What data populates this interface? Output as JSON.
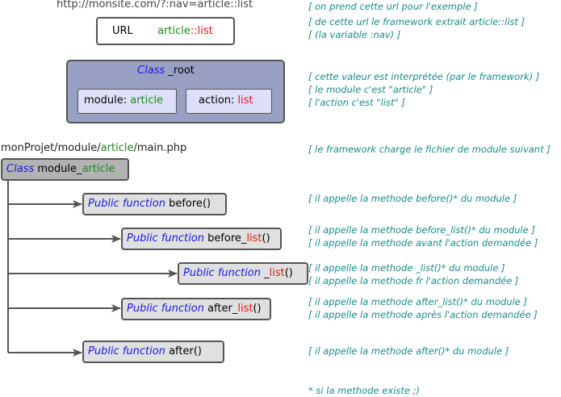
{
  "url_text": "http://monsite.com/?:nav=article::list",
  "url_box": {
    "label": "URL",
    "value_module": "article",
    "value_sep": "::",
    "value_action": "list"
  },
  "root_class": {
    "keyword": "Class",
    "name": " _root",
    "module_label": "module: ",
    "module_value": "article",
    "action_label": "action: ",
    "action_value": "list"
  },
  "path": {
    "prefix": "monProjet/module/",
    "module": "article",
    "suffix": "/main.php"
  },
  "module_class": {
    "keyword": "Class",
    "name_prefix": " module_",
    "name_module": "article"
  },
  "functions": [
    {
      "keyword": "Public function",
      "prefix": " before",
      "action": "",
      "suffix": "()"
    },
    {
      "keyword": "Public function",
      "prefix": " before_",
      "action": "list",
      "suffix": "()"
    },
    {
      "keyword": "Public function",
      "prefix": " _",
      "action": "list",
      "suffix": "()"
    },
    {
      "keyword": "Public function",
      "prefix": " after_",
      "action": "list",
      "suffix": "()"
    },
    {
      "keyword": "Public function",
      "prefix": " after",
      "action": "",
      "suffix": "()"
    }
  ],
  "notes": {
    "n1": "[ on prend cette url pour l'exemple ]",
    "n2a": "[ de cette url le framework extrait article::list ]",
    "n2b": "[ (la variable :nav) ]",
    "n3a": "[ cette valeur est interprétée (par le framework) ]",
    "n3b": "[ le module c'est \"article\" ]",
    "n3c": "[ l'action c'est \"list\" ]",
    "n4": "[ le framework charge le fichier de module suivant ]",
    "n5": "[ il appelle la methode before()* du module ]",
    "n6a": "[ il appelle la methode before_list()* du module ]",
    "n6b": "[ il appelle la methode avant l'action demandée ]",
    "n7a": "[ il appelle la methode _list()* du module ]",
    "n7b": "[ il appelle la methode fr l'action demandée ]",
    "n8a": "[ il appelle la methode after_list()* du module ]",
    "n8b": "[ il appelle la methode après l'action demandée ]",
    "n9": "[ il appelle la methode after()* du module ]",
    "footnote": "* si la methode existe ;)"
  },
  "colors": {
    "keyword": "#1a1adf",
    "module": "#1a8a1a",
    "action": "#dd1a1a",
    "note": "#1a8a8a",
    "root_fill": "#9aa0c4",
    "inner_fill": "#dde0f8",
    "fn_fill": "#e0e0e0",
    "class_fill": "#b3b3b3",
    "line": "#555555"
  }
}
